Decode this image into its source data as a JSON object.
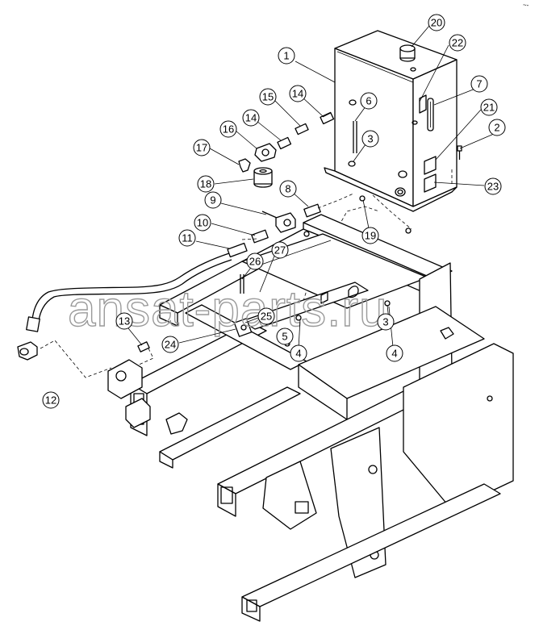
{
  "watermark": "ansat-parts.ru",
  "corner_mark": "~-",
  "callouts": [
    {
      "id": "c1",
      "label": "1"
    },
    {
      "id": "c2",
      "label": "2"
    },
    {
      "id": "c3a",
      "label": "3"
    },
    {
      "id": "c3b",
      "label": "3"
    },
    {
      "id": "c4a",
      "label": "4"
    },
    {
      "id": "c4b",
      "label": "4"
    },
    {
      "id": "c5",
      "label": "5"
    },
    {
      "id": "c6",
      "label": "6"
    },
    {
      "id": "c7",
      "label": "7"
    },
    {
      "id": "c8",
      "label": "8"
    },
    {
      "id": "c9",
      "label": "9"
    },
    {
      "id": "c10",
      "label": "10"
    },
    {
      "id": "c11",
      "label": "11"
    },
    {
      "id": "c12",
      "label": "12"
    },
    {
      "id": "c13",
      "label": "13"
    },
    {
      "id": "c14a",
      "label": "14"
    },
    {
      "id": "c14b",
      "label": "14"
    },
    {
      "id": "c15",
      "label": "15"
    },
    {
      "id": "c16",
      "label": "16"
    },
    {
      "id": "c17",
      "label": "17"
    },
    {
      "id": "c18",
      "label": "18"
    },
    {
      "id": "c19",
      "label": "19"
    },
    {
      "id": "c20",
      "label": "20"
    },
    {
      "id": "c21",
      "label": "21"
    },
    {
      "id": "c22",
      "label": "22"
    },
    {
      "id": "c23",
      "label": "23"
    },
    {
      "id": "c24",
      "label": "24"
    },
    {
      "id": "c25",
      "label": "25"
    },
    {
      "id": "c26",
      "label": "26"
    },
    {
      "id": "c27",
      "label": "27"
    }
  ]
}
